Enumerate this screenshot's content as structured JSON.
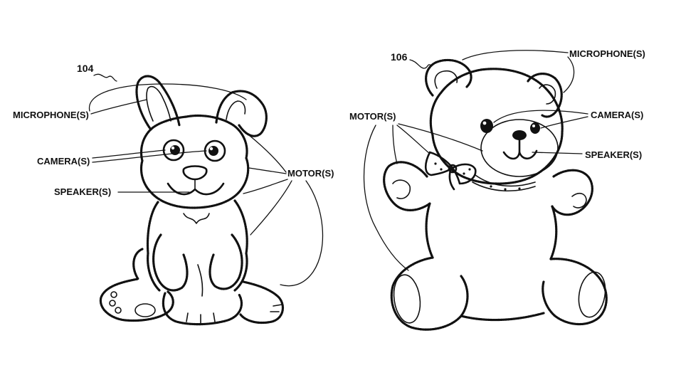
{
  "figures": {
    "bunny": {
      "ref": "104",
      "labels": {
        "microphone": "MICROPHONE(S)",
        "camera": "CAMERA(S)",
        "speaker": "SPEAKER(S)",
        "motor": "MOTOR(S)"
      }
    },
    "bear": {
      "ref": "106",
      "labels": {
        "microphone": "MICROPHONE(S)",
        "camera": "CAMERA(S)",
        "speaker": "SPEAKER(S)",
        "motor": "MOTOR(S)"
      }
    }
  },
  "colors": {
    "ink": "#111111",
    "background": "#ffffff"
  }
}
